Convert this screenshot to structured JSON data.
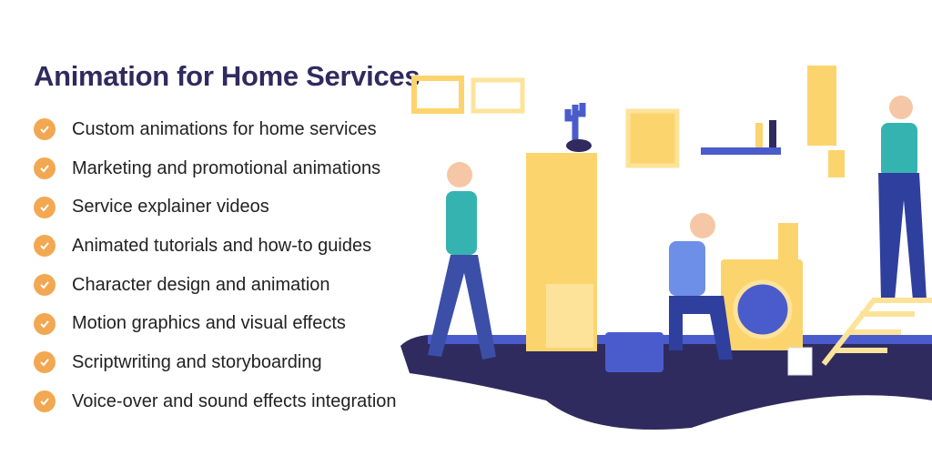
{
  "title": "Animation for Home Services",
  "items": [
    "Custom animations for home services",
    "Marketing and promotional animations",
    "Service explainer videos",
    "Animated tutorials and how-to guides",
    "Character design and animation",
    "Motion graphics and visual effects",
    "Scriptwriting and storyboarding",
    "Voice-over and sound effects integration"
  ],
  "colors": {
    "title": "#2f2b5e",
    "check": "#f2a852",
    "accent_yellow": "#fcd46e",
    "floor": "#2f2b5e",
    "blue": "#3b4fa8"
  },
  "icons": {
    "bullet": "check-circle-icon"
  }
}
